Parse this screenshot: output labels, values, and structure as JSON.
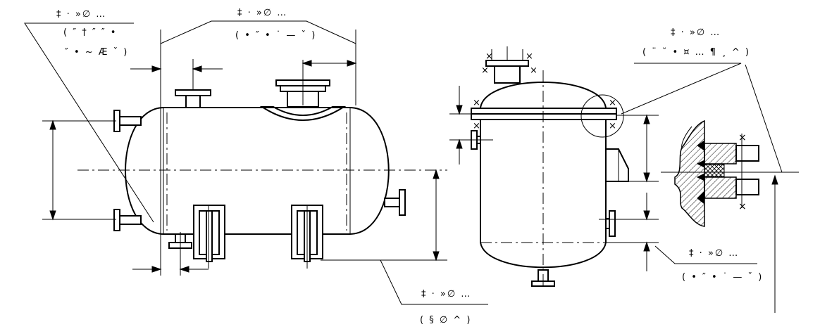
{
  "labels": {
    "top_left_title": "‡ · »∅ …",
    "top_left_sub1": "( ″ † ″ ″ •",
    "top_left_sub2": "″ • ~ Æ ˇ )",
    "top_mid_title": "‡ · »∅ …",
    "top_mid_sub": "( • ″ • ˙ — ˇ )",
    "right_top_title": "‡ · »∅ …",
    "right_top_sub": "( ¨ ˘ • ¤ … ¶ ¸ ^ )",
    "right_bot_title": "‡ · »∅ …",
    "right_bot_sub": "( • ″ • ˙ — ˇ )",
    "bottom_title": "‡ · »∅ …",
    "bottom_sub": "( § ∅ ^ )"
  }
}
